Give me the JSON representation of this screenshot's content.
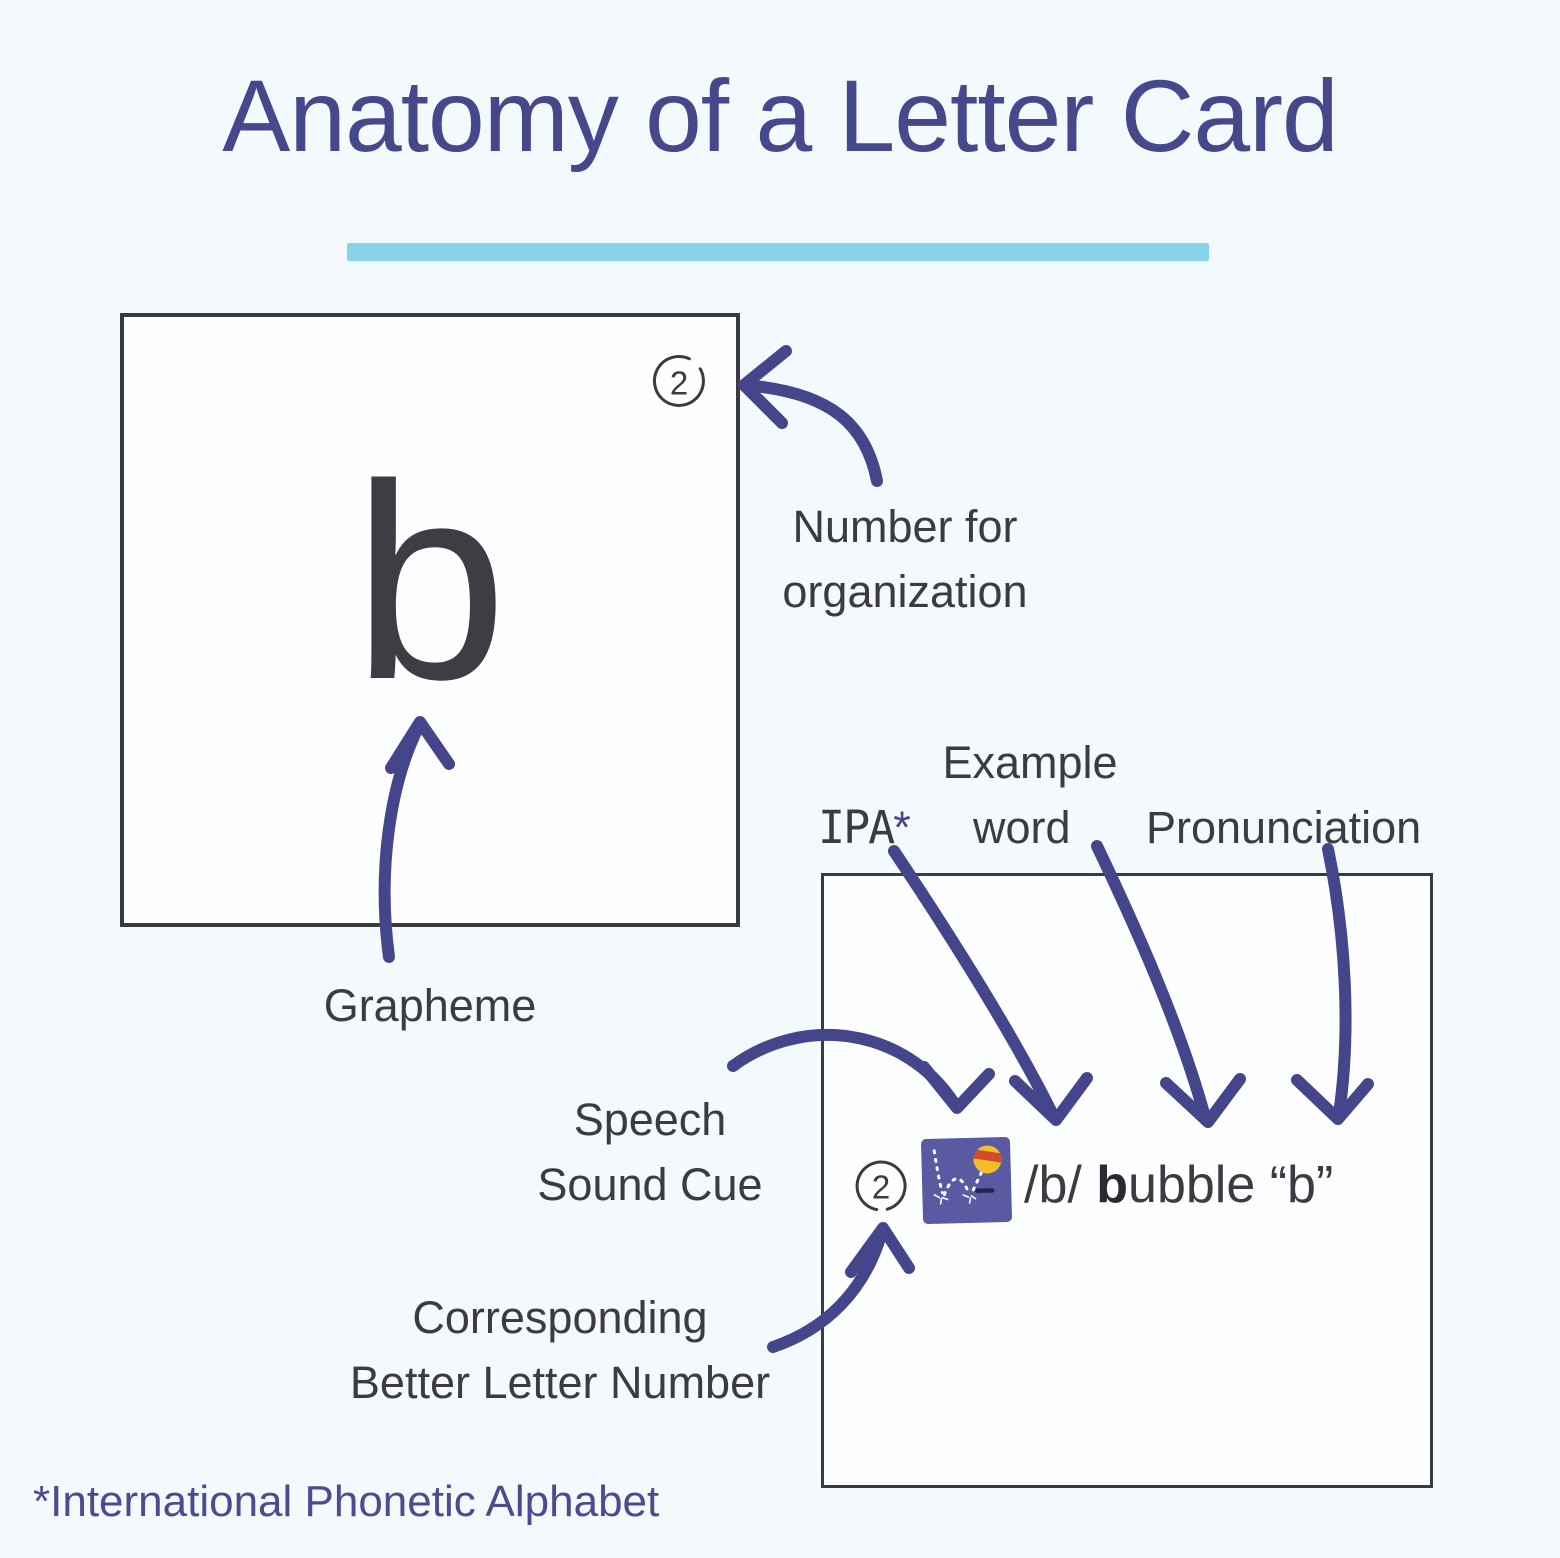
{
  "title": "Anatomy of a Letter Card",
  "colors": {
    "navy_title": "#47478c",
    "arrow_navy": "#45458c",
    "ink": "#3b3b41",
    "cyan_divider": "#89d3e8",
    "page_background": "#f3f9fc",
    "card_background": "#fdfeff",
    "icon_purple": "#5a5aa3",
    "ball_yellow": "#f1bf2d",
    "ball_stripe_red": "#d14a2a"
  },
  "card1": {
    "number": "2",
    "grapheme": "b"
  },
  "labels": {
    "number_line1": "Number for",
    "number_line2": "organization",
    "grapheme": "Grapheme",
    "example": "Example",
    "ipa": "IPA",
    "ipa_asterisk": "*",
    "word": "word",
    "pronunciation": "Pronunciation",
    "speech_line1": "Speech",
    "speech_line2": "Sound Cue",
    "corresponding_line1": "Corresponding",
    "corresponding_line2": "Better Letter Number"
  },
  "card2": {
    "number": "2",
    "icon": "bouncing-ball-speech-sound-cue",
    "ipa_value": "/b/ ",
    "example_word_bold_letter": "b",
    "example_word_rest": "ubble",
    "pronunciation_value": " “b”"
  },
  "footer": "*International Phonetic Alphabet"
}
